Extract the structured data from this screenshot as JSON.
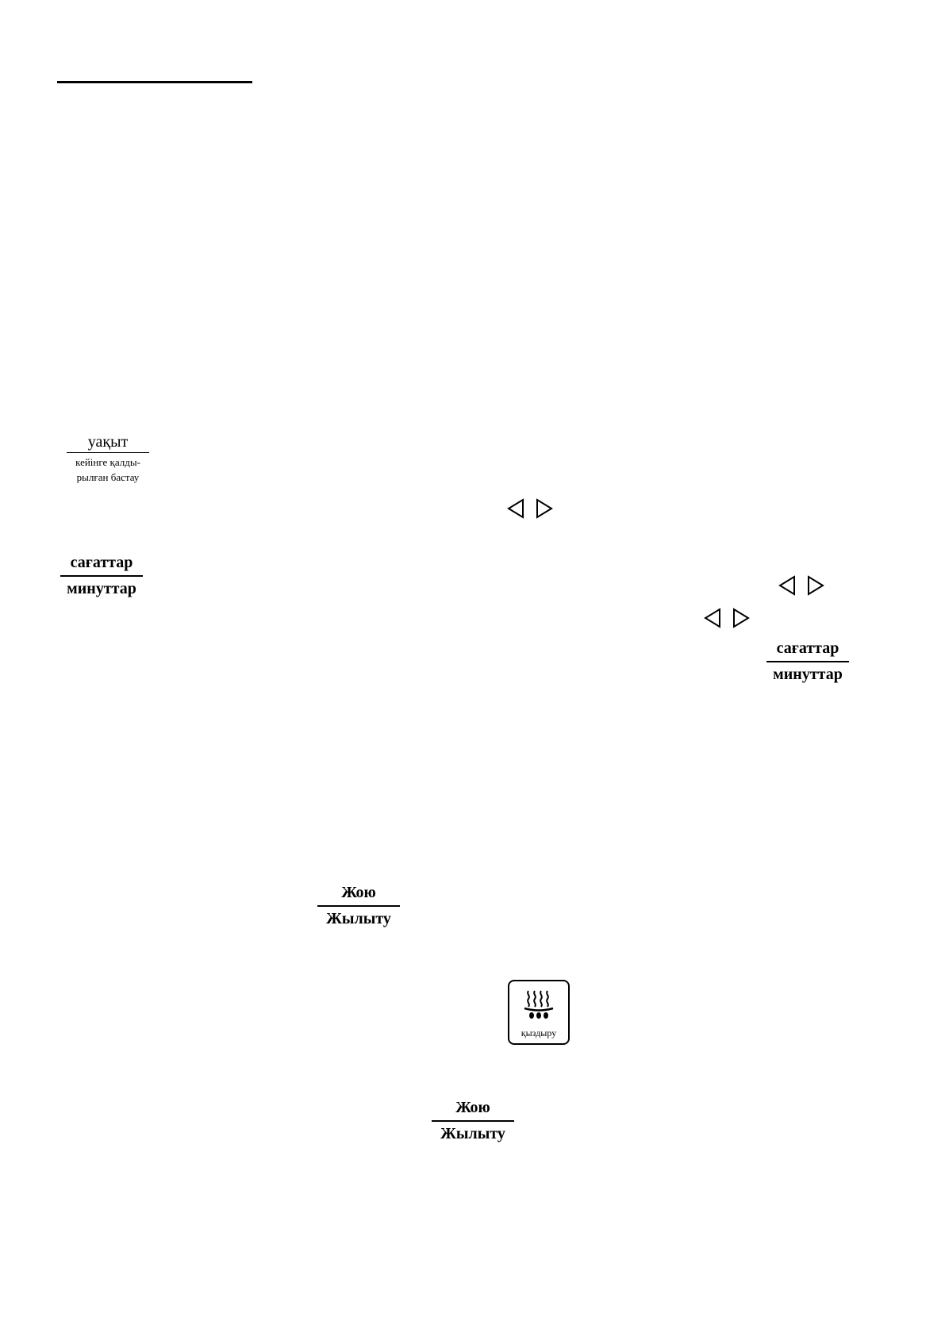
{
  "delay_start": {
    "title": "уақыт",
    "subtitle_line1": "кейінге қалды-",
    "subtitle_line2": "рылған бастау"
  },
  "hours_minutes_left": {
    "top": "сағаттар",
    "bottom": "минуттар"
  },
  "hours_minutes_right": {
    "top": "сағаттар",
    "bottom": "минуттар"
  },
  "cancel_heat_1": {
    "top": "Жою",
    "bottom": "Жылыту"
  },
  "cancel_heat_2": {
    "top": "Жою",
    "bottom": "Жылыту"
  },
  "heat_button": {
    "label": "қыздыру",
    "icon": "steam-bowl-icon"
  },
  "icons": {
    "arrow_left": "arrow-left-icon",
    "arrow_right": "arrow-right-icon"
  }
}
